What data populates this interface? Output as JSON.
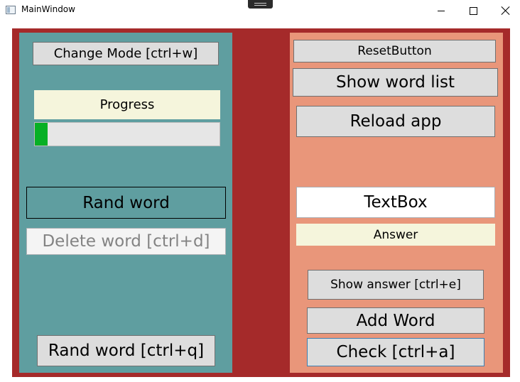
{
  "window": {
    "title": "MainWindow"
  },
  "left": {
    "change_mode": "Change Mode [ctrl+w]",
    "progress_label": "Progress",
    "progress_value": 0.07,
    "rand_word_label": "Rand word",
    "delete_word": "Delete word [ctrl+d]",
    "rand_word_button": "Rand word [ctrl+q]"
  },
  "right": {
    "reset_button": "ResetButton",
    "show_word_list": "Show word list",
    "reload_app": "Reload app",
    "textbox_value": "TextBox",
    "answer_label": "Answer",
    "show_answer": "Show answer [ctrl+e]",
    "add_word": "Add Word",
    "check": "Check [ctrl+a]"
  },
  "colors": {
    "frame": "#a52a2a",
    "left_panel": "#5f9ea0",
    "right_panel": "#e9967a",
    "progress_fill": "#06b025",
    "label_bg": "#f5f5dc"
  }
}
